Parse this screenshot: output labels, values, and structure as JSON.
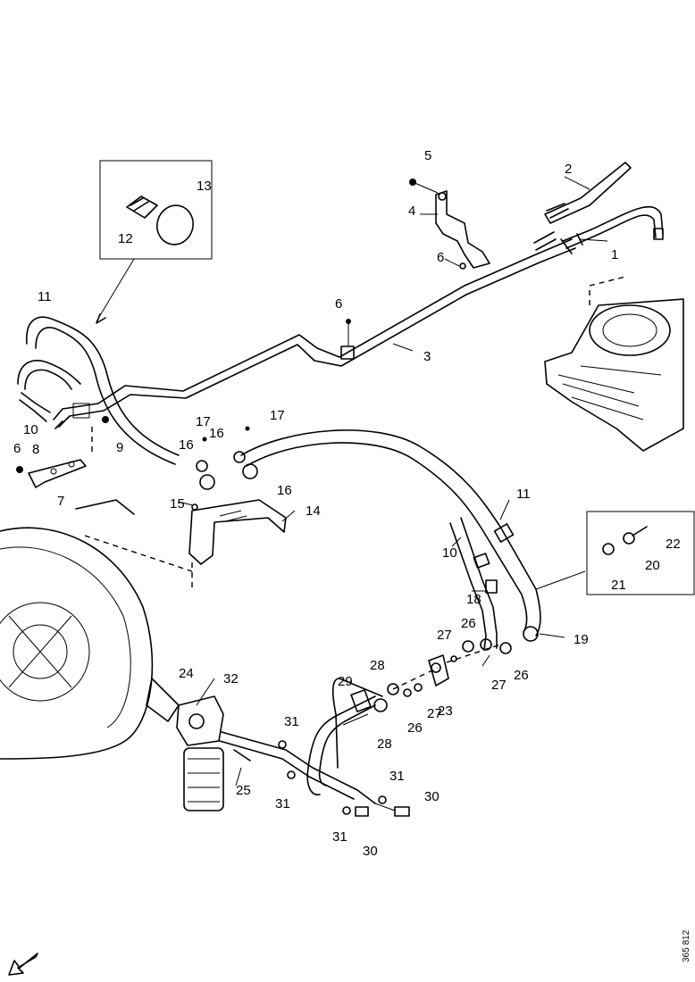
{
  "diagram": {
    "drawing_code": "365 812",
    "callouts": [
      {
        "label": "1"
      },
      {
        "label": "2"
      },
      {
        "label": "3"
      },
      {
        "label": "4"
      },
      {
        "label": "5"
      },
      {
        "label": "6"
      },
      {
        "label": "6"
      },
      {
        "label": "6"
      },
      {
        "label": "7"
      },
      {
        "label": "8"
      },
      {
        "label": "9"
      },
      {
        "label": "10"
      },
      {
        "label": "10"
      },
      {
        "label": "11"
      },
      {
        "label": "11"
      },
      {
        "label": "12"
      },
      {
        "label": "13"
      },
      {
        "label": "14"
      },
      {
        "label": "15"
      },
      {
        "label": "16"
      },
      {
        "label": "16"
      },
      {
        "label": "16"
      },
      {
        "label": "17"
      },
      {
        "label": "17"
      },
      {
        "label": "18"
      },
      {
        "label": "19"
      },
      {
        "label": "20"
      },
      {
        "label": "21"
      },
      {
        "label": "22"
      },
      {
        "label": "23"
      },
      {
        "label": "24"
      },
      {
        "label": "25"
      },
      {
        "label": "26"
      },
      {
        "label": "26"
      },
      {
        "label": "26"
      },
      {
        "label": "27"
      },
      {
        "label": "27"
      },
      {
        "label": "27"
      },
      {
        "label": "28"
      },
      {
        "label": "28"
      },
      {
        "label": "29"
      },
      {
        "label": "30"
      },
      {
        "label": "30"
      },
      {
        "label": "31"
      },
      {
        "label": "31"
      },
      {
        "label": "31"
      },
      {
        "label": "31"
      },
      {
        "label": "32"
      }
    ]
  }
}
